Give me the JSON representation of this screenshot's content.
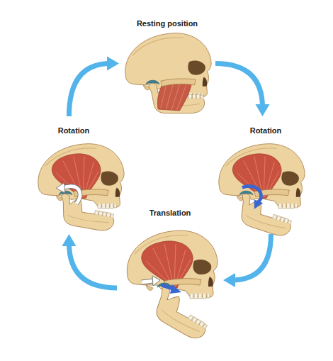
{
  "diagram": {
    "nodes": [
      {
        "text": [
          "Resting position"
        ]
      },
      {
        "text": [
          "Rotation"
        ]
      },
      {
        "text": [
          "Rotation"
        ]
      },
      {
        "text": [
          "Translation"
        ]
      }
    ],
    "edges": [
      {
        "from": 0,
        "to": 2,
        "arrow": "to"
      },
      {
        "from": 2,
        "to": 3,
        "arrow": "to"
      },
      {
        "from": 3,
        "to": 1,
        "arrow": "to"
      },
      {
        "from": 1,
        "to": 0,
        "arrow": "to"
      }
    ]
  }
}
